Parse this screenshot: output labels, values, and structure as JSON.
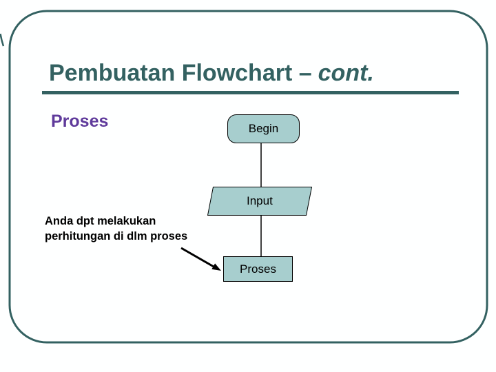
{
  "slide": {
    "title": {
      "main": "Pembuatan Flowchart –",
      "cont": "cont."
    },
    "heading": "Proses",
    "annotation": {
      "line1": "Anda dpt melakukan",
      "line2": "perhitungan di dlm proses"
    },
    "flowchart": {
      "begin_label": "Begin",
      "input_label": "Input",
      "process_label": "Proses"
    },
    "colors": {
      "accent_teal": "#336161",
      "heading_purple": "#5F3A9B",
      "shape_fill": "#A7CECE",
      "shape_border": "#000000",
      "connector_black": "#000000",
      "background": "#FEFFFF"
    }
  }
}
